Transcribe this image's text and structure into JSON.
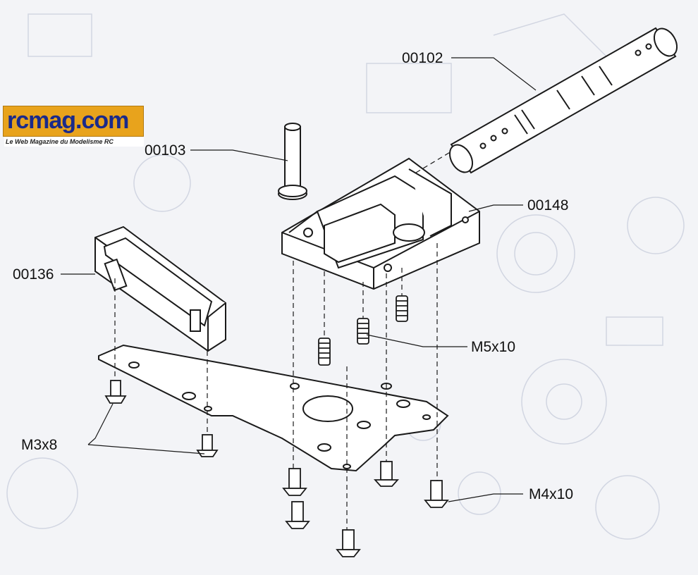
{
  "logo": {
    "brand": "rcmag.com",
    "tagline": "Le Web Magazine du Modelisme RC",
    "colors": {
      "background": "#e8a31c",
      "text": "#1a2a8a"
    }
  },
  "labels": {
    "part_00102": "00102",
    "part_00103": "00103",
    "part_00148": "00148",
    "part_00136": "00136",
    "screw_m5x10": "M5x10",
    "screw_m3x8": "M3x8",
    "screw_m4x10": "M4x10"
  },
  "colors": {
    "line": "#1a1a1a",
    "paper": "#f3f4f7",
    "ghost": "#b8bfd0"
  }
}
